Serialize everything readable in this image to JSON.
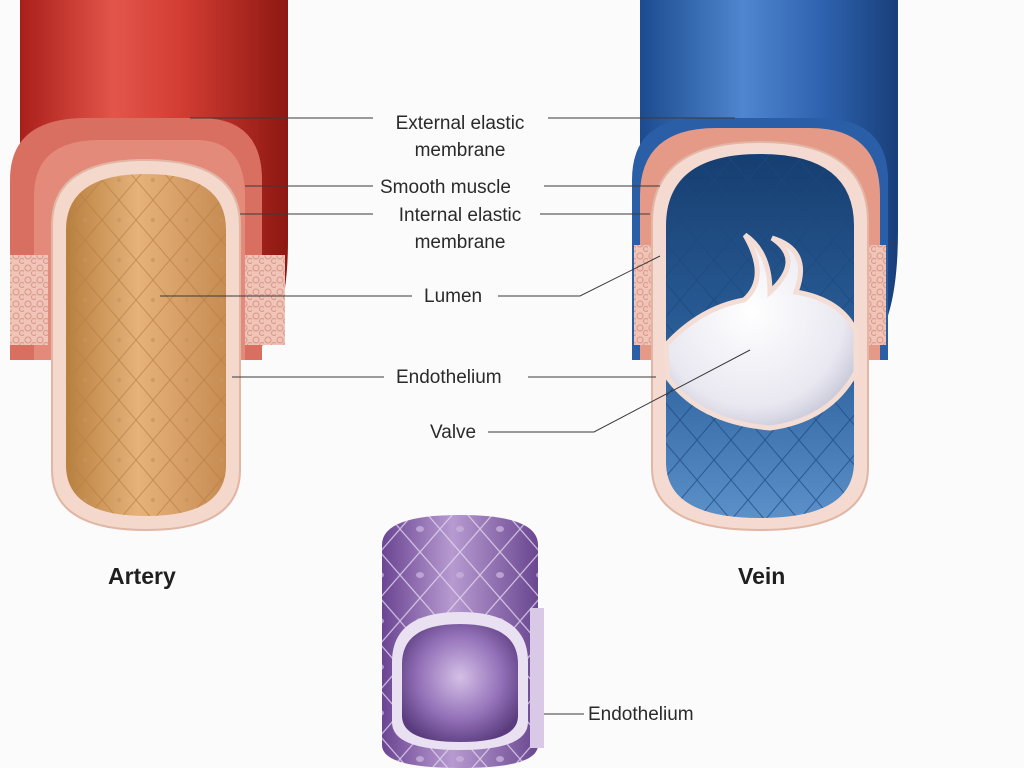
{
  "labels": {
    "external_elastic_membrane": "External elastic\nmembrane",
    "smooth_muscle": "Smooth muscle",
    "internal_elastic_membrane": "Internal elastic\nmembrane",
    "lumen": "Lumen",
    "endothelium": "Endothelium",
    "valve": "Valve",
    "capillary_endothelium": "Endothelium"
  },
  "captions": {
    "artery": "Artery",
    "vein": "Vein"
  },
  "colors": {
    "artery_outer": "#d8433a",
    "artery_lumen": "#d9a36b",
    "vein_outer": "#2f63b0",
    "vein_lumen": "#2b5f98",
    "muscle": "#e39a88",
    "endothelium": "#f1d2c4",
    "valve": "#ecebf2",
    "capillary": "#8a63a8",
    "leader_line": "#3a3a3a"
  },
  "icons": {
    "artery": "artery-cross-section",
    "vein": "vein-cross-section",
    "capillary": "capillary-cross-section"
  }
}
